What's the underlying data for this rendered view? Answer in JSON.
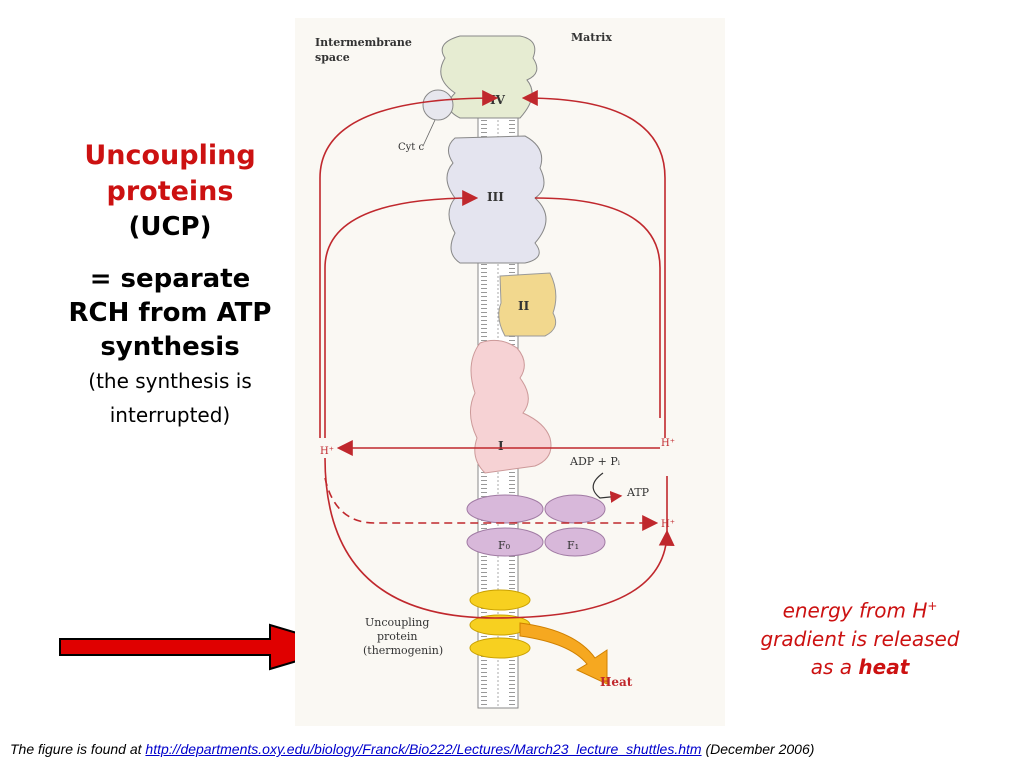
{
  "left_text": {
    "line1": "Uncoupling",
    "line2": "proteins",
    "line3": "(UCP)",
    "eq1": "= separate",
    "eq2": "RCH from ATP",
    "eq3": "synthesis",
    "paren1": "(the synthesis is",
    "paren2": "interrupted)"
  },
  "figure": {
    "intermembrane_label_1": "Intermembrane",
    "intermembrane_label_2": "space",
    "matrix_label": "Matrix",
    "complex_iv": "IV",
    "cyt_c": "Cyt c",
    "complex_iii": "III",
    "complex_ii": "II",
    "complex_i": "I",
    "h_left": "H⁺",
    "h_right_1": "H⁺",
    "h_right_2": "H⁺",
    "adp": "ADP + Pᵢ",
    "atp": "ATP",
    "fo": "F₀",
    "f1": "F₁",
    "ucp_1": "Uncoupling",
    "ucp_2": "protein",
    "ucp_3": "(thermogenin)",
    "heat": "Heat"
  },
  "callout": {
    "line1": "energy from H",
    "line1_sup": "+",
    "line2": "gradient is released",
    "line3_prefix": "as a ",
    "line3_bold": "heat"
  },
  "footer": {
    "prefix": "The figure is found at ",
    "link": "http://departments.oxy.edu/biology/Franck/Bio222/Lectures/March23_lecture_shuttles.htm",
    "suffix": " (December 2006)"
  },
  "colors": {
    "accent_red": "#cc1111",
    "arrow_red": "#e00000",
    "link_blue": "#0000cc"
  }
}
